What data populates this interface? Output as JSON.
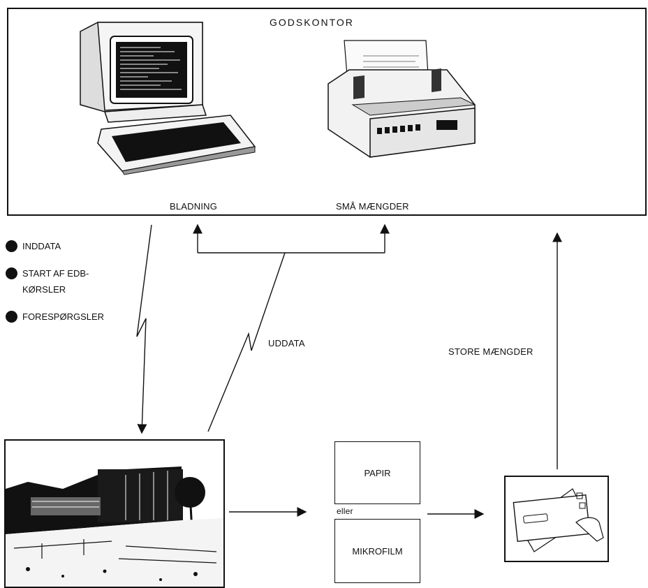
{
  "office": {
    "title": "GODSKONTOR",
    "terminal_label": "BLADNING",
    "printer_label": "SMÅ MÆNGDER"
  },
  "inputs": {
    "items": [
      "INDDATA",
      "START AF EDB-",
      "KØRSLER",
      "FORESPØRGSLER"
    ]
  },
  "output_label": "UDDATA",
  "large_output_label": "STORE MÆNGDER",
  "media": {
    "paper": "PAPIR",
    "or": "eller",
    "microfilm": "MIKROFILM"
  },
  "icons": [
    "computer-terminal-icon",
    "printer-icon",
    "data-center-photo",
    "envelope-hand-icon"
  ]
}
